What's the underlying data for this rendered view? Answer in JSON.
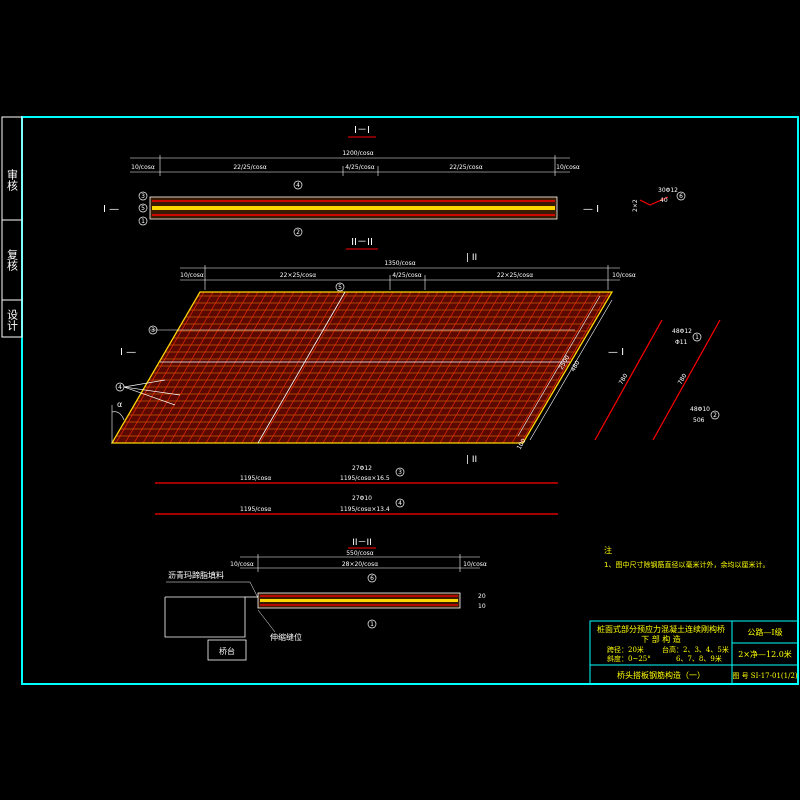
{
  "side_labels": [
    "审核",
    "复核",
    "设计"
  ],
  "section1": {
    "title": "I－I",
    "total_dim": "1200/cosα",
    "left_dim": "10/cosα",
    "mid_left_dim": "22/25/cosα",
    "center_dim": "4/25/cosα",
    "mid_right_dim": "22/25/cosα",
    "right_dim": "10/cosα",
    "cut_left": "I —",
    "cut_right": "— I",
    "balloons": [
      "3",
      "5",
      "1",
      "4",
      "2"
    ],
    "detail_label_top": "30Φ12",
    "detail_label_bottom": "40",
    "detail_balloon": "6",
    "detail_side": "2×2"
  },
  "plan": {
    "title": "II－II",
    "total_dim": "1350/cosα",
    "left_dim": "10/cosα",
    "mid_left_dim": "22×25/cosα",
    "center_dim": "4/25/cosα",
    "mid_right_dim": "22×25/cosα",
    "right_dim": "10/cosα",
    "cut_left": "I —",
    "cut_right": "— I",
    "cut_top": "| II",
    "cut_bottom": "| II",
    "balloons": [
      "5",
      "3",
      "4"
    ],
    "angle": "α",
    "side_dim_a": "2500",
    "side_dim_b": "480",
    "side_dim_c": "100",
    "bar1_label_top": "48Φ12",
    "bar1_label_bottom": "Φ11",
    "bar1_balloon": "1",
    "bar2_label_top": "48Φ10",
    "bar2_label_bottom": "506",
    "bar2_balloon": "2",
    "bar_len_a": "780",
    "bar_len_b": "780"
  },
  "bars": [
    {
      "top": "27Φ12",
      "left": "1195/cosα",
      "right": "1195/cosα×16.5",
      "balloon": "3"
    },
    {
      "top": "27Φ10",
      "left": "1195/cosα",
      "right": "1195/cosα×13.4",
      "balloon": "4"
    }
  ],
  "section3": {
    "title": "II－II",
    "total_dim": "550/cosα",
    "left_dim": "10/cosα",
    "mid_dim": "28×20/cosα",
    "right_dim": "10/cosα",
    "balloon_top": "6",
    "balloon_bottom": "1",
    "left_label": "沥青玛蹄脂填料",
    "bottom_label": "桥台",
    "right_label": "伸缩缝位",
    "dims_right": [
      "20",
      "10"
    ]
  },
  "notes": {
    "heading": "注",
    "text": "1、图中尺寸除钢筋直径以毫米计外，余均以厘米计。"
  },
  "title_block": {
    "project": "桩面式部分预应力混凝土连续刚构桥",
    "sub": "下  部  构  造",
    "row1_left": "跨径：20米",
    "row1_right": "台高：2、3、4、5米",
    "row2_left": "斜度：0~25°",
    "row2_right": "6、7、8、9米",
    "load": "公路—I级",
    "span": "2×净—12.0米",
    "drawing_title": "桥头搭板钢筋构造（一）",
    "drawing_no": "图 号 SI-17-01(1/2)"
  },
  "colors": {
    "frame": "#00ffff",
    "rebar": "#ff0000",
    "mesh": "#ff7f00",
    "text": "#ffffff",
    "tb_text": "#ffff00",
    "panel": "#ffd700"
  }
}
